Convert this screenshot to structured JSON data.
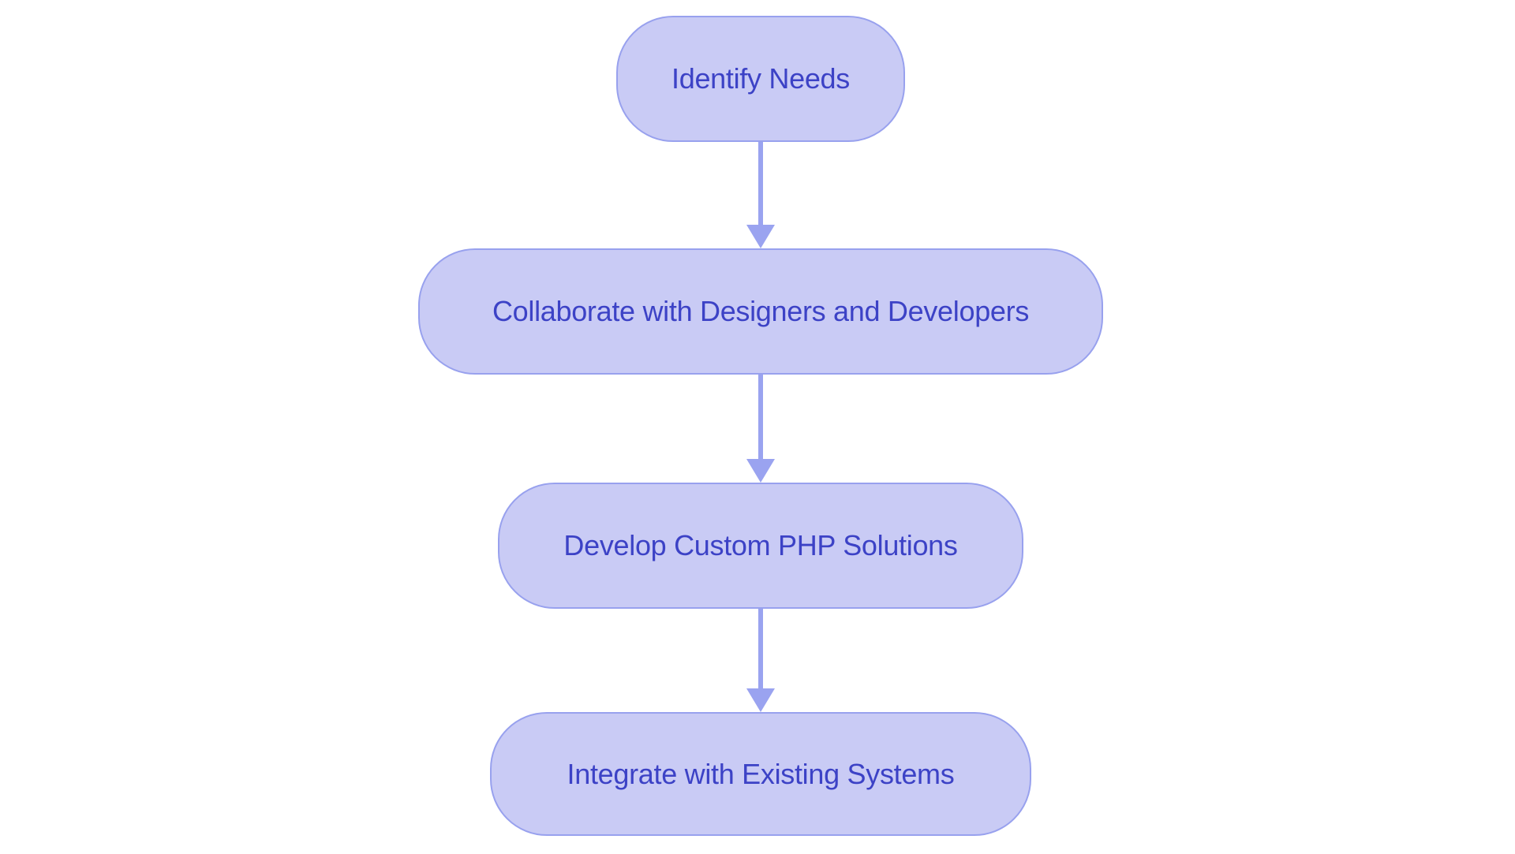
{
  "diagram": {
    "type": "flowchart",
    "direction": "top-down",
    "nodes": [
      {
        "id": "identify-needs",
        "label": "Identify Needs"
      },
      {
        "id": "collaborate",
        "label": "Collaborate with Designers and Developers"
      },
      {
        "id": "develop-php",
        "label": "Develop Custom PHP Solutions"
      },
      {
        "id": "integrate",
        "label": "Integrate with Existing Systems"
      }
    ],
    "edges": [
      {
        "from": "identify-needs",
        "to": "collaborate"
      },
      {
        "from": "collaborate",
        "to": "develop-php"
      },
      {
        "from": "develop-php",
        "to": "integrate"
      }
    ],
    "palette": {
      "node_fill": "#c9cbf5",
      "node_border": "#98a1ee",
      "node_text": "#3c42c6",
      "arrow": "#9aa3f0",
      "background": "#ffffff"
    }
  }
}
